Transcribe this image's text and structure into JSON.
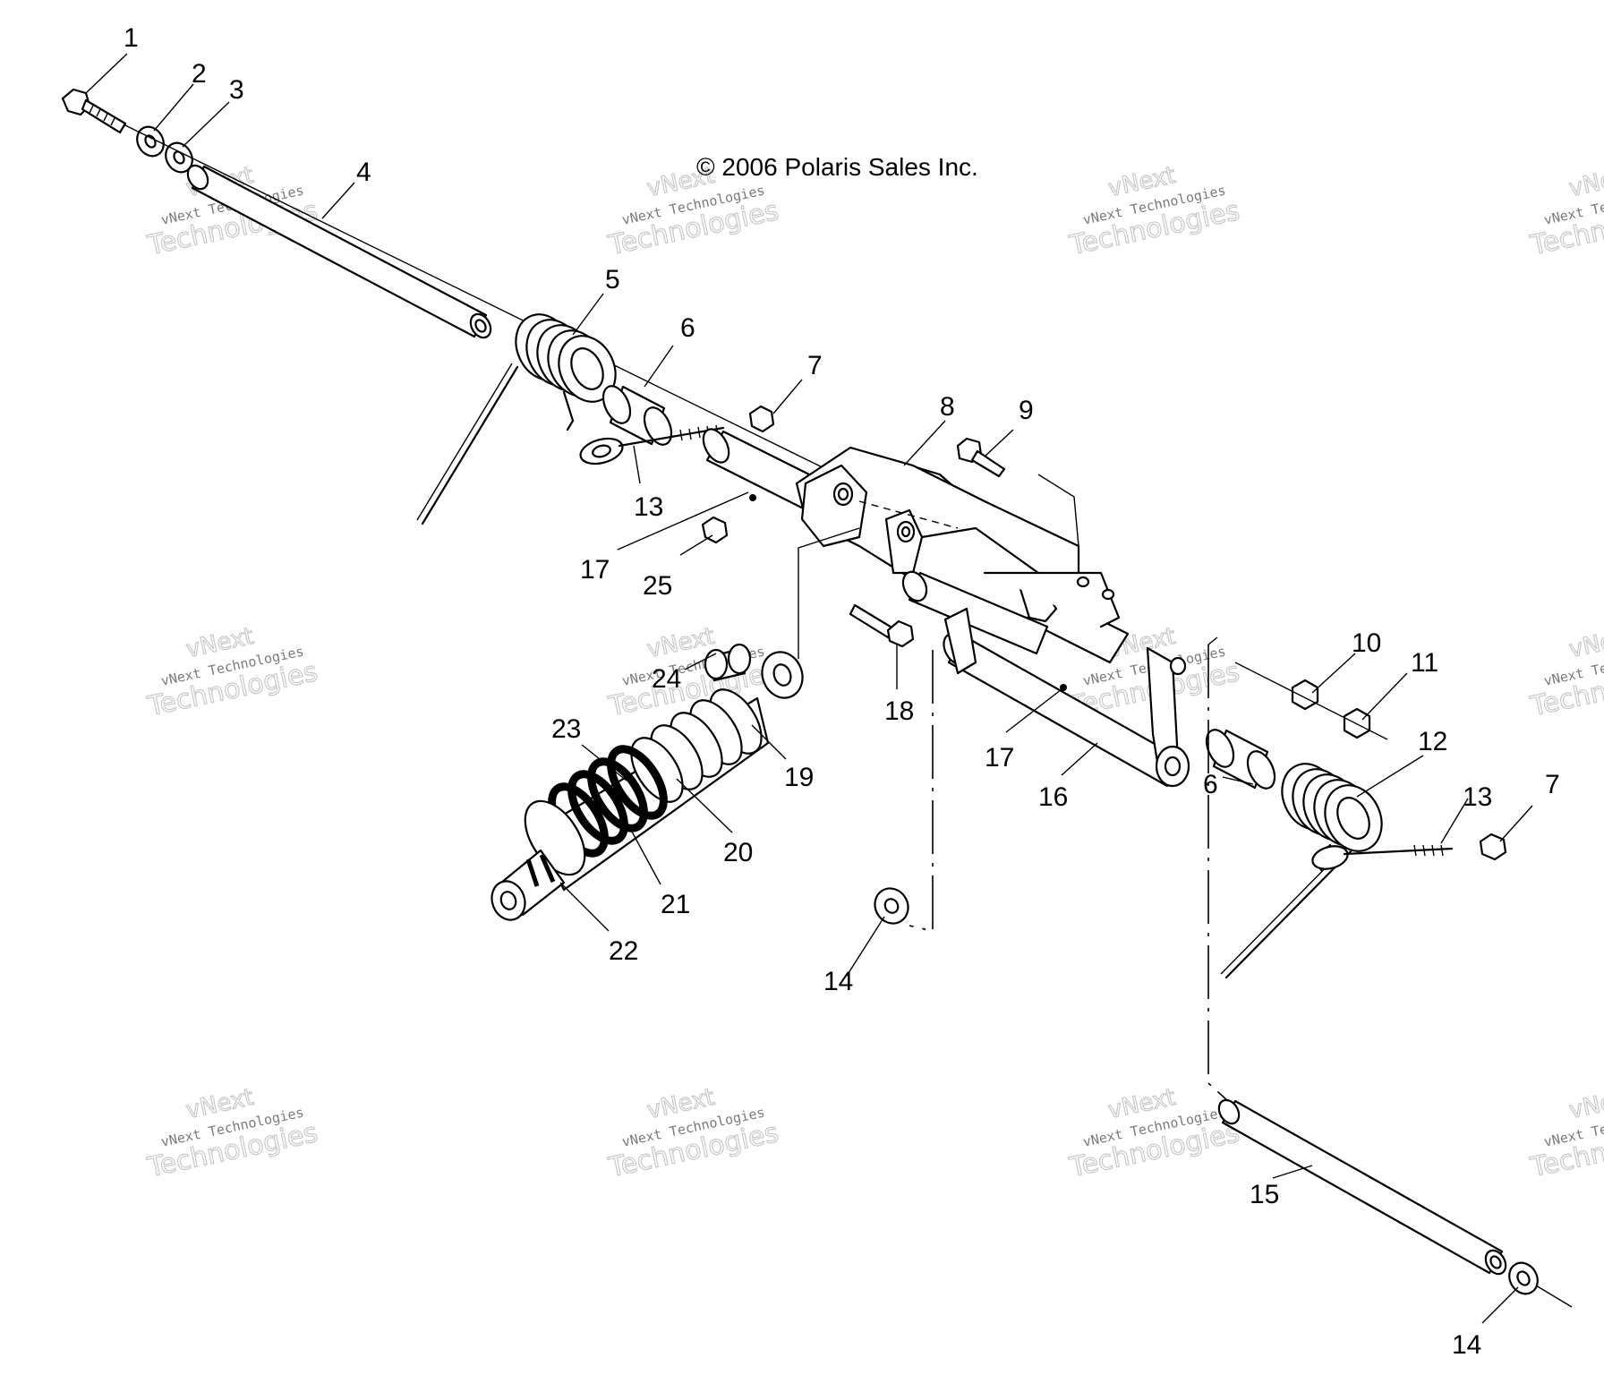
{
  "copyright": "© 2006 Polaris Sales Inc.",
  "watermark": {
    "line1": "vNext Technologies",
    "line2": "Technologies",
    "line0": "vNext"
  },
  "callouts": [
    "1",
    "2",
    "3",
    "4",
    "5",
    "6",
    "7",
    "8",
    "9",
    "13",
    "17",
    "25",
    "24",
    "23",
    "18",
    "10",
    "11",
    "12",
    "19",
    "20",
    "21",
    "22",
    "17",
    "16",
    "6",
    "13",
    "7",
    "14",
    "15",
    "14"
  ]
}
